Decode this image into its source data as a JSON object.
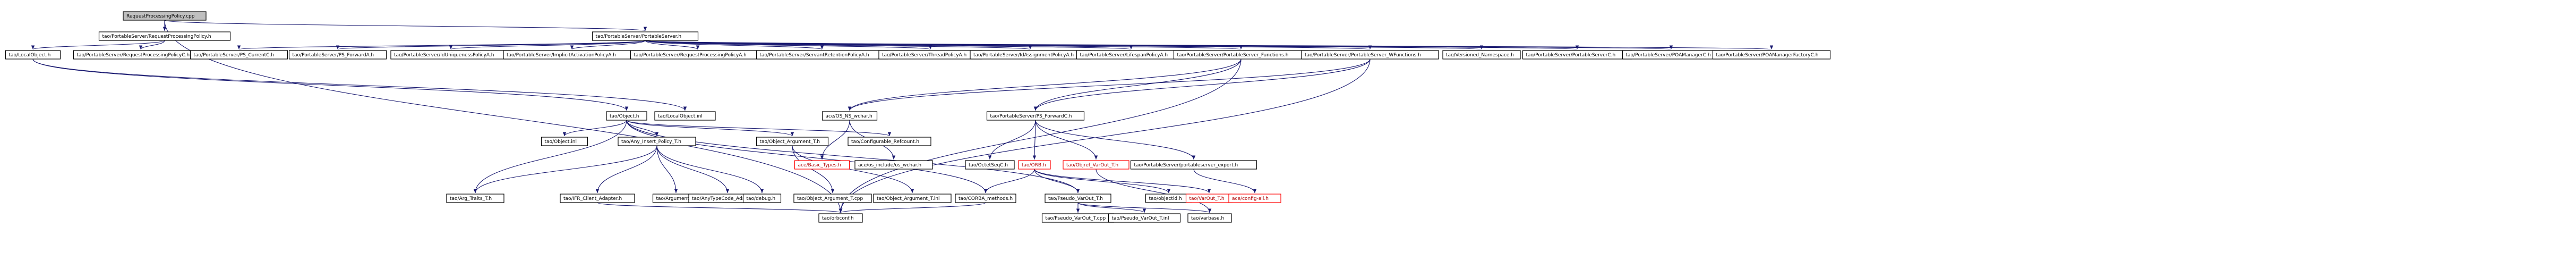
{
  "diagram": {
    "title": "",
    "nodes": [
      {
        "id": "root",
        "label": "RequestProcessingPolicy.cpp",
        "kind": "root"
      },
      {
        "id": "rpp_h",
        "label": "tao/PortableServer/RequestProcessingPolicy.h"
      },
      {
        "id": "ps_h",
        "label": "tao/PortableServer/PortableServer.h"
      },
      {
        "id": "lo_h",
        "label": "tao/LocalObject.h"
      },
      {
        "id": "rppc_h",
        "label": "tao/PortableServer/RequestProcessingPolicyC.h"
      },
      {
        "id": "ps_currentc",
        "label": "tao/PortableServer/PS_CurrentC.h"
      },
      {
        "id": "ps_forwarda",
        "label": "tao/PortableServer/PS_ForwardA.h"
      },
      {
        "id": "iduniq",
        "label": "tao/PortableServer/IdUniquenessPolicyA.h"
      },
      {
        "id": "implact",
        "label": "tao/PortableServer/ImplicitActivationPolicyA.h"
      },
      {
        "id": "reqprocA",
        "label": "tao/PortableServer/RequestProcessingPolicyA.h"
      },
      {
        "id": "servret",
        "label": "tao/PortableServer/ServantRetentionPolicyA.h"
      },
      {
        "id": "thread",
        "label": "tao/PortableServer/ThreadPolicyA.h"
      },
      {
        "id": "idassign",
        "label": "tao/PortableServer/IdAssignmentPolicyA.h"
      },
      {
        "id": "lifespan",
        "label": "tao/PortableServer/LifespanPolicyA.h"
      },
      {
        "id": "psfunc",
        "label": "tao/PortableServer/PortableServer_Functions.h"
      },
      {
        "id": "pswfunc",
        "label": "tao/PortableServer/PortableServer_WFunctions.h"
      },
      {
        "id": "versioned",
        "label": "tao/Versioned_Namespace.h"
      },
      {
        "id": "psc",
        "label": "tao/PortableServer/PortableServerC.h"
      },
      {
        "id": "poamgrc",
        "label": "tao/PortableServer/POAManagerC.h"
      },
      {
        "id": "poamgrfac",
        "label": "tao/PortableServer/POAManagerFactoryC.h"
      },
      {
        "id": "object_h",
        "label": "tao/Object.h"
      },
      {
        "id": "lo_inl",
        "label": "tao/LocalObject.inl"
      },
      {
        "id": "os_ns",
        "label": "ace/OS_NS_wchar.h"
      },
      {
        "id": "ps_forwardc",
        "label": "tao/PortableServer/PS_ForwardC.h"
      },
      {
        "id": "object_inl",
        "label": "tao/Object.inl"
      },
      {
        "id": "any_insert",
        "label": "tao/Any_Insert_Policy_T.h"
      },
      {
        "id": "obj_arg_h",
        "label": "tao/Object_Argument_T.h"
      },
      {
        "id": "configurable",
        "label": "tao/Configurable_Refcount.h"
      },
      {
        "id": "basic_types",
        "label": "ace/Basic_Types.h",
        "kind": "missing"
      },
      {
        "id": "os_include",
        "label": "ace/os_include/os_wchar.h"
      },
      {
        "id": "octetseqc",
        "label": "tao/OctetSeqC.h"
      },
      {
        "id": "orb_h",
        "label": "tao/ORB.h",
        "kind": "missing"
      },
      {
        "id": "objref_var",
        "label": "tao/Objref_VarOut_T.h",
        "kind": "missing"
      },
      {
        "id": "ps_export",
        "label": "tao/PortableServer/portableserver_export.h"
      },
      {
        "id": "arg_traits",
        "label": "tao/Arg_Traits_T.h"
      },
      {
        "id": "ifr_client",
        "label": "tao/IFR_Client_Adapter.h"
      },
      {
        "id": "argument",
        "label": "tao/Argument.h"
      },
      {
        "id": "anytypecode",
        "label": "tao/AnyTypeCode_Adapter.h"
      },
      {
        "id": "debug",
        "label": "tao/debug.h"
      },
      {
        "id": "obj_arg_cpp",
        "label": "tao/Object_Argument_T.cpp"
      },
      {
        "id": "obj_arg_inl",
        "label": "tao/Object_Argument_T.inl"
      },
      {
        "id": "corba_methods",
        "label": "tao/CORBA_methods.h"
      },
      {
        "id": "pseudo_var",
        "label": "tao/Pseudo_VarOut_T.h"
      },
      {
        "id": "objectid",
        "label": "tao/objectid.h"
      },
      {
        "id": "varout",
        "label": "tao/VarOut_T.h",
        "kind": "missing"
      },
      {
        "id": "ace_config",
        "label": "ace/config-all.h",
        "kind": "missing"
      },
      {
        "id": "orbconf",
        "label": "tao/orbconf.h"
      },
      {
        "id": "pseudo_cpp",
        "label": "tao/Pseudo_VarOut_T.cpp"
      },
      {
        "id": "pseudo_inl",
        "label": "tao/Pseudo_VarOut_T.inl"
      },
      {
        "id": "varbase",
        "label": "tao/varbase.h"
      }
    ],
    "edges": [
      [
        "root",
        "rpp_h"
      ],
      [
        "root",
        "ps_h"
      ],
      [
        "root",
        "orbconf"
      ],
      [
        "rpp_h",
        "lo_h"
      ],
      [
        "rpp_h",
        "rppc_h"
      ],
      [
        "ps_h",
        "ps_currentc"
      ],
      [
        "ps_h",
        "ps_forwarda"
      ],
      [
        "ps_h",
        "iduniq"
      ],
      [
        "ps_h",
        "implact"
      ],
      [
        "ps_h",
        "reqprocA"
      ],
      [
        "ps_h",
        "servret"
      ],
      [
        "ps_h",
        "thread"
      ],
      [
        "ps_h",
        "idassign"
      ],
      [
        "ps_h",
        "lifespan"
      ],
      [
        "ps_h",
        "psfunc"
      ],
      [
        "ps_h",
        "pswfunc"
      ],
      [
        "ps_h",
        "versioned"
      ],
      [
        "ps_h",
        "psc"
      ],
      [
        "ps_h",
        "poamgrc"
      ],
      [
        "ps_h",
        "poamgrfac"
      ],
      [
        "lo_h",
        "object_h"
      ],
      [
        "lo_h",
        "lo_inl"
      ],
      [
        "psfunc",
        "os_ns"
      ],
      [
        "psfunc",
        "ps_forwardc"
      ],
      [
        "psfunc",
        "orbconf"
      ],
      [
        "pswfunc",
        "os_ns"
      ],
      [
        "pswfunc",
        "ps_forwardc"
      ],
      [
        "pswfunc",
        "orbconf"
      ],
      [
        "object_h",
        "object_inl"
      ],
      [
        "object_h",
        "any_insert"
      ],
      [
        "object_h",
        "obj_arg_h"
      ],
      [
        "object_h",
        "configurable"
      ],
      [
        "object_h",
        "arg_traits"
      ],
      [
        "object_h",
        "corba_methods"
      ],
      [
        "object_h",
        "pseudo_var"
      ],
      [
        "os_ns",
        "basic_types"
      ],
      [
        "os_ns",
        "os_include"
      ],
      [
        "ps_forwardc",
        "octetseqc"
      ],
      [
        "ps_forwardc",
        "orb_h"
      ],
      [
        "ps_forwardc",
        "objref_var"
      ],
      [
        "ps_forwardc",
        "ps_export"
      ],
      [
        "any_insert",
        "arg_traits"
      ],
      [
        "any_insert",
        "ifr_client"
      ],
      [
        "any_insert",
        "argument"
      ],
      [
        "any_insert",
        "anytypecode"
      ],
      [
        "any_insert",
        "debug"
      ],
      [
        "obj_arg_h",
        "obj_arg_cpp"
      ],
      [
        "obj_arg_h",
        "obj_arg_inl"
      ],
      [
        "orb_h",
        "corba_methods"
      ],
      [
        "orb_h",
        "pseudo_var"
      ],
      [
        "orb_h",
        "objectid"
      ],
      [
        "orb_h",
        "varout"
      ],
      [
        "objref_var",
        "varbase"
      ],
      [
        "ps_export",
        "ace_config"
      ],
      [
        "pseudo_var",
        "pseudo_cpp"
      ],
      [
        "pseudo_var",
        "pseudo_inl"
      ],
      [
        "pseudo_var",
        "varbase"
      ],
      [
        "ifr_client",
        "orbconf"
      ],
      [
        "corba_methods",
        "orbconf"
      ]
    ]
  },
  "colors": {
    "edge": "#191970",
    "node_border": "#000000",
    "missing_border": "#ff0000",
    "root_fill": "#bfbfbf"
  }
}
